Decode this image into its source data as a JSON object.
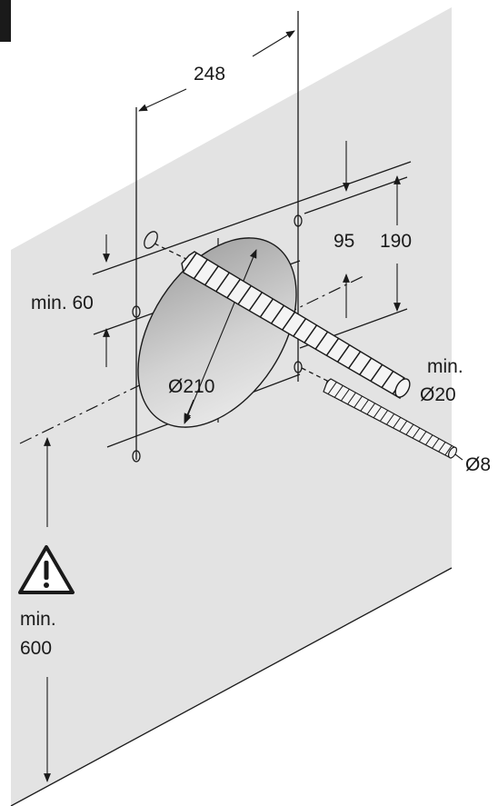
{
  "dimensions": {
    "width_spacing": "248",
    "top_offset": "95",
    "height_spacing": "190",
    "min_side": "min. 60",
    "core_diameter": "Ø210",
    "drill_large_min": "min.",
    "drill_large": "Ø20",
    "drill_small": "Ø8",
    "floor_min": "min.",
    "floor_value": "600"
  },
  "icons": {
    "warning": "warning-triangle-icon"
  },
  "colors": {
    "wall": "#e3e3e3",
    "hole_fill": "#bdbdbd",
    "ink": "#1a1a1a",
    "corner_tab": "#1a1a1a"
  }
}
